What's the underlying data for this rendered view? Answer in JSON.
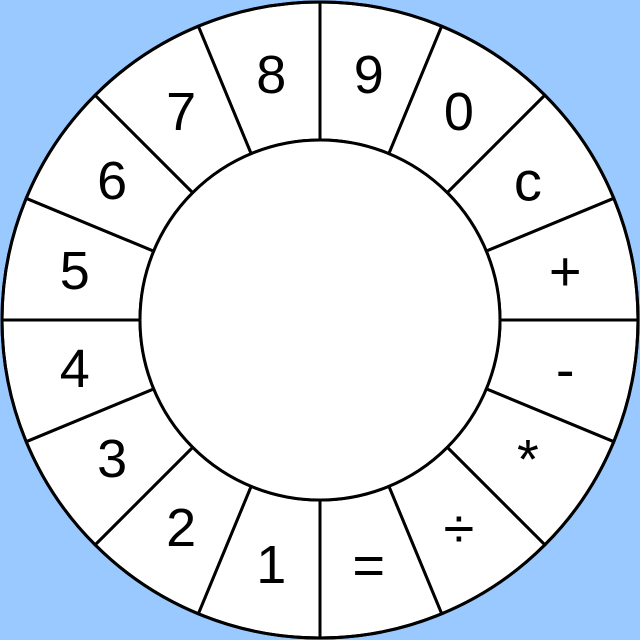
{
  "theme": {
    "background": "#99c9ff",
    "key_fill": "#ffffff",
    "stroke": "#000000"
  },
  "display": {
    "value": ""
  },
  "keys": [
    {
      "label": "8",
      "name": "key-8",
      "kind": "digit"
    },
    {
      "label": "9",
      "name": "key-9",
      "kind": "digit"
    },
    {
      "label": "0",
      "name": "key-0",
      "kind": "digit"
    },
    {
      "label": "c",
      "name": "clear-key",
      "kind": "op"
    },
    {
      "label": "+",
      "name": "plus-key",
      "kind": "op"
    },
    {
      "label": "-",
      "name": "minus-key",
      "kind": "op"
    },
    {
      "label": "*",
      "name": "multiply-key",
      "kind": "op"
    },
    {
      "label": "÷",
      "name": "divide-key",
      "kind": "op"
    },
    {
      "label": "=",
      "name": "equals-key",
      "kind": "op"
    },
    {
      "label": "1",
      "name": "key-1",
      "kind": "digit"
    },
    {
      "label": "2",
      "name": "key-2",
      "kind": "digit"
    },
    {
      "label": "3",
      "name": "key-3",
      "kind": "digit"
    },
    {
      "label": "4",
      "name": "key-4",
      "kind": "digit"
    },
    {
      "label": "5",
      "name": "key-5",
      "kind": "digit"
    },
    {
      "label": "6",
      "name": "key-6",
      "kind": "digit"
    },
    {
      "label": "7",
      "name": "key-7",
      "kind": "digit"
    }
  ]
}
